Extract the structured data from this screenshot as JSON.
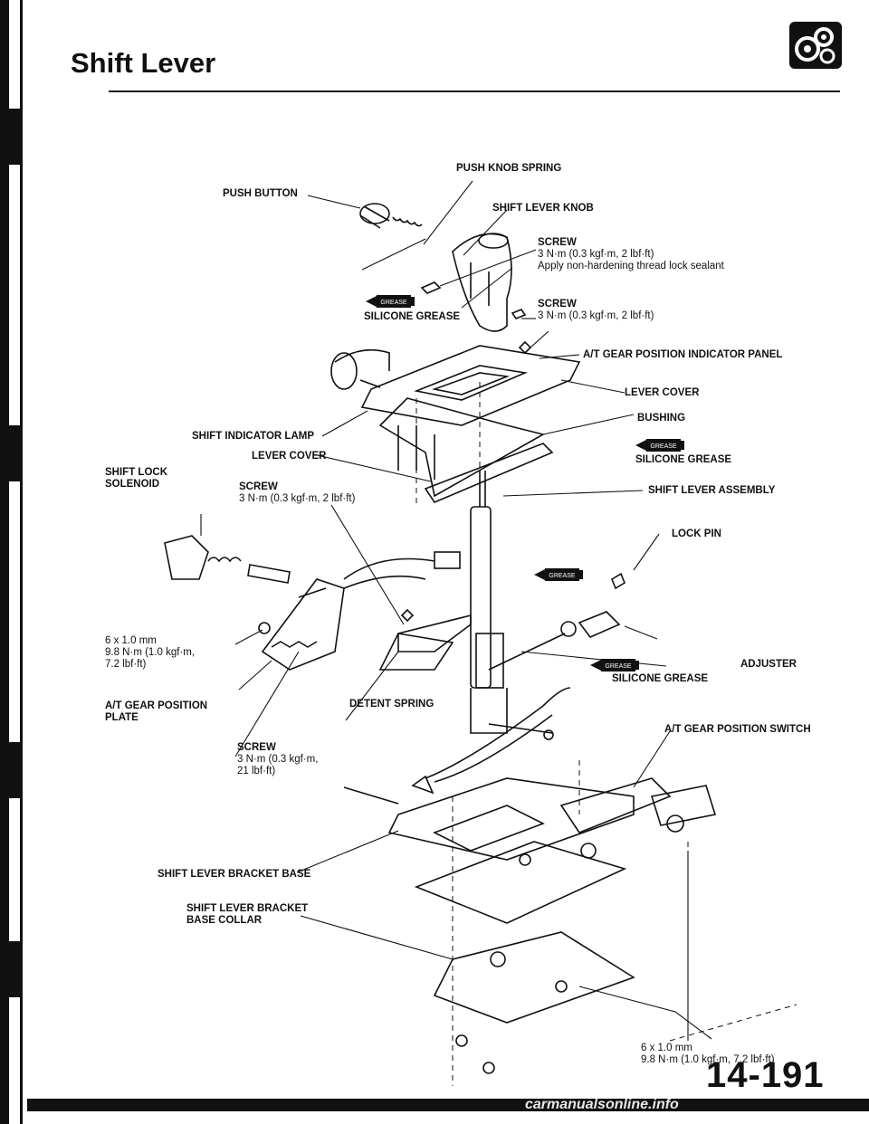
{
  "page": {
    "title": "Shift Lever",
    "page_number": "14-191",
    "watermark": "carmanualsonline.info"
  },
  "icon": {
    "name": "transmission-gear-icon"
  },
  "grease_symbol": "GREASE",
  "labels": {
    "push_knob_spring": "PUSH KNOB SPRING",
    "push_button": "PUSH BUTTON",
    "shift_lever_knob": "SHIFT LEVER KNOB",
    "screw1_title": "SCREW",
    "screw1_torque": "3 N·m (0.3 kgf·m, 2 lbf·ft)",
    "screw1_note": "Apply non-hardening thread lock sealant",
    "silicone_grease_1": "SILICONE GREASE",
    "screw2_title": "SCREW",
    "screw2_torque": "3 N·m (0.3 kgf·m, 2 lbf·ft)",
    "indicator_panel": "A/T GEAR POSITION INDICATOR PANEL",
    "lever_cover_right": "LEVER COVER",
    "bushing": "BUSHING",
    "silicone_grease_2": "SILICONE GREASE",
    "shift_indicator_lamp": "SHIFT INDICATOR LAMP",
    "lever_cover_left": "LEVER COVER",
    "shift_lock_solenoid_1": "SHIFT LOCK",
    "shift_lock_solenoid_2": "SOLENOID",
    "screw3_title": "SCREW",
    "screw3_torque": "3 N·m (0.3 kgf·m, 2 lbf·ft)",
    "shift_lever_assembly": "SHIFT LEVER ASSEMBLY",
    "lock_pin": "LOCK PIN",
    "bolt1_size": "6 x 1.0 mm",
    "bolt1_torque_a": "9.8 N·m (1.0 kgf·m,",
    "bolt1_torque_b": "7.2 lbf·ft)",
    "adjuster": "ADJUSTER",
    "silicone_grease_3": "SILICONE GREASE",
    "position_plate_1": "A/T GEAR POSITION",
    "position_plate_2": "PLATE",
    "detent_spring": "DETENT SPRING",
    "position_switch": "A/T GEAR POSITION SWITCH",
    "screw4_title": "SCREW",
    "screw4_torque_a": "3 N·m (0.3 kgf·m,",
    "screw4_torque_b": "21 lbf·ft)",
    "bracket_base": "SHIFT LEVER BRACKET BASE",
    "bracket_collar_1": "SHIFT LEVER BRACKET",
    "bracket_collar_2": "BASE COLLAR",
    "bolt2_size": "6 x 1.0 mm",
    "bolt2_torque": "9.8 N·m (1.0 kgf·m, 7.2 lbf·ft)"
  }
}
